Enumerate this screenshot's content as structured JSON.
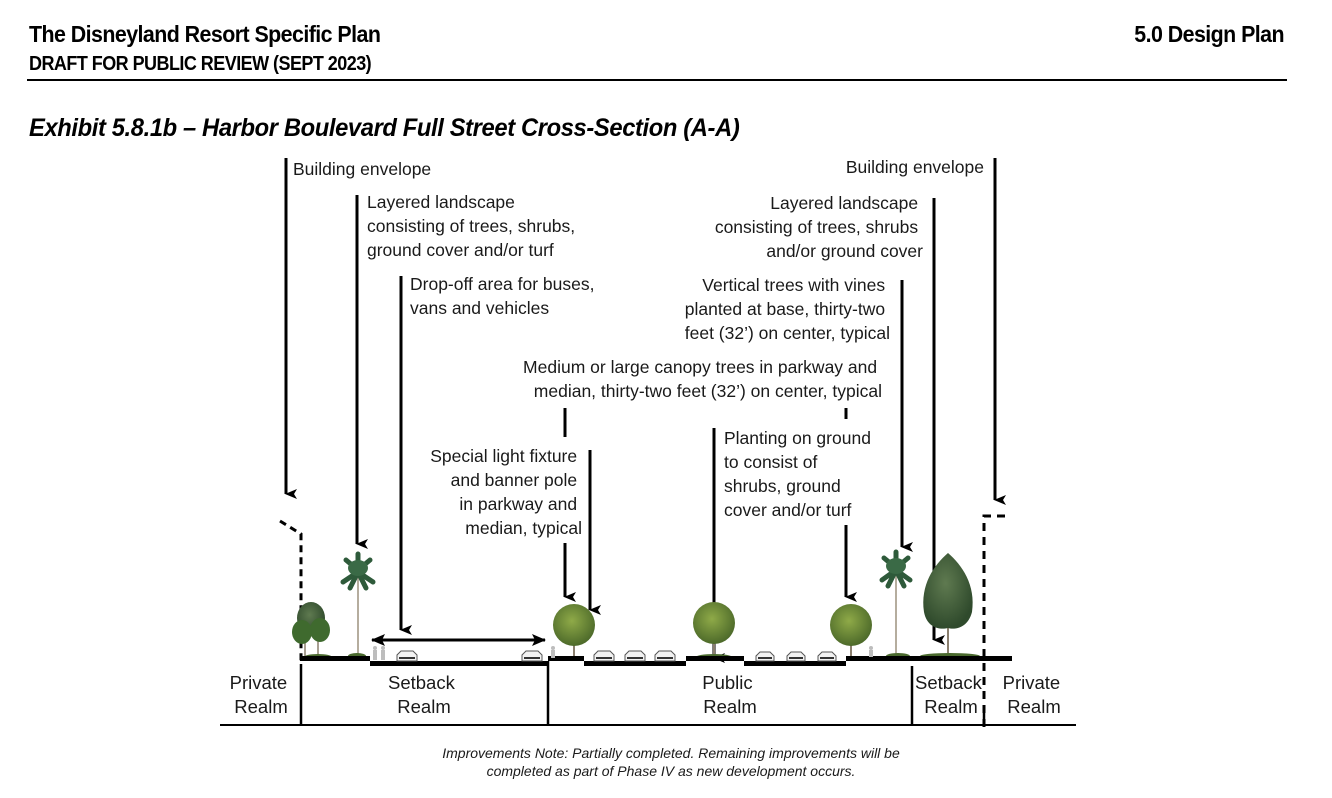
{
  "header": {
    "title": "The Disneyland Resort Specific Plan",
    "subtitle": "DRAFT FOR PUBLIC REVIEW (SEPT 2023)",
    "section": "5.0 Design Plan"
  },
  "exhibit_title": "Exhibit 5.8.1b – Harbor Boulevard Full Street Cross-Section (A-A)",
  "callouts": {
    "building_envelope_left": [
      "Building envelope"
    ],
    "layered_landscape_left": [
      "Layered landscape",
      "consisting of trees, shrubs,",
      "ground cover and/or turf"
    ],
    "drop_off": [
      "Drop-off area for buses,",
      "vans and vehicles"
    ],
    "building_envelope_right": [
      "Building envelope"
    ],
    "layered_landscape_right": [
      "Layered landscape",
      "consisting of trees, shrubs",
      "and/or ground cover"
    ],
    "vertical_trees": [
      "Vertical trees with vines",
      "planted at base, thirty-two",
      "feet (32’) on center, typical"
    ],
    "canopy_trees": [
      "Medium or large canopy trees in parkway and",
      "median, thirty-two feet (32’) on center, typical"
    ],
    "light_fixture": [
      "Special light fixture",
      "and banner pole",
      "in parkway and",
      "median, typical"
    ],
    "planting_ground": [
      "Planting on ground",
      "to consist of",
      "shrubs, ground",
      "cover and/or turf"
    ]
  },
  "realms": {
    "private_left": [
      "Private",
      "Realm"
    ],
    "setback_left": [
      "Setback",
      "Realm"
    ],
    "public": [
      "Public",
      "Realm"
    ],
    "setback_right": [
      "Setback",
      "Realm"
    ],
    "private_right": [
      "Private",
      "Realm"
    ]
  },
  "note": {
    "line1": "Improvements Note: Partially completed. Remaining improvements will be",
    "line2": "completed as part of Phase IV as new development occurs."
  },
  "colors": {
    "ink": "#000000",
    "foliage_dark": "#3e5a2a",
    "foliage_light": "#7d9a3c",
    "trunk": "#8a7f6e"
  }
}
